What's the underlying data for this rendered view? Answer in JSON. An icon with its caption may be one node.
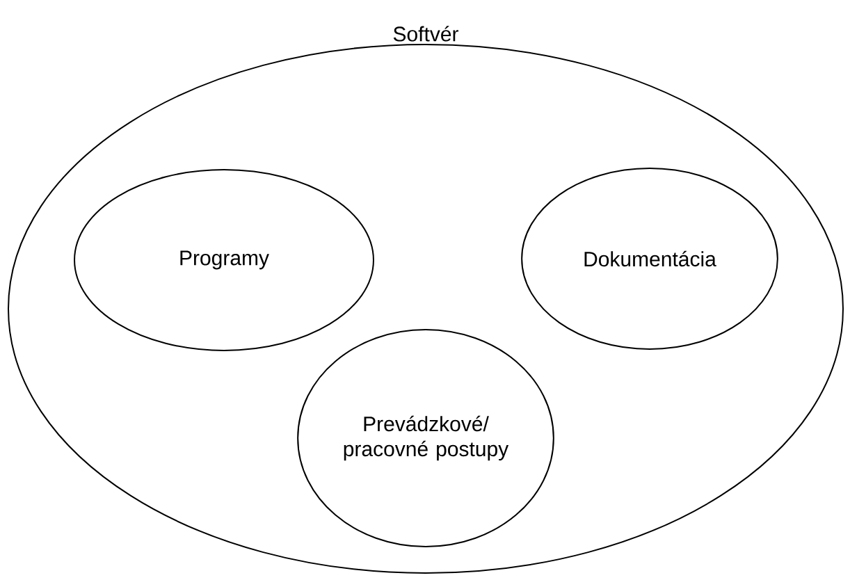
{
  "diagram": {
    "nodes": [
      {
        "text": [
          "Softvér"
        ]
      },
      {
        "text": [
          "Programy"
        ],
        "in": 0
      },
      {
        "text": [
          "Dokumentácia"
        ],
        "in": 0
      },
      {
        "text": [
          "Prevádzkové/ pracovné postupy"
        ],
        "in": 0
      }
    ]
  }
}
